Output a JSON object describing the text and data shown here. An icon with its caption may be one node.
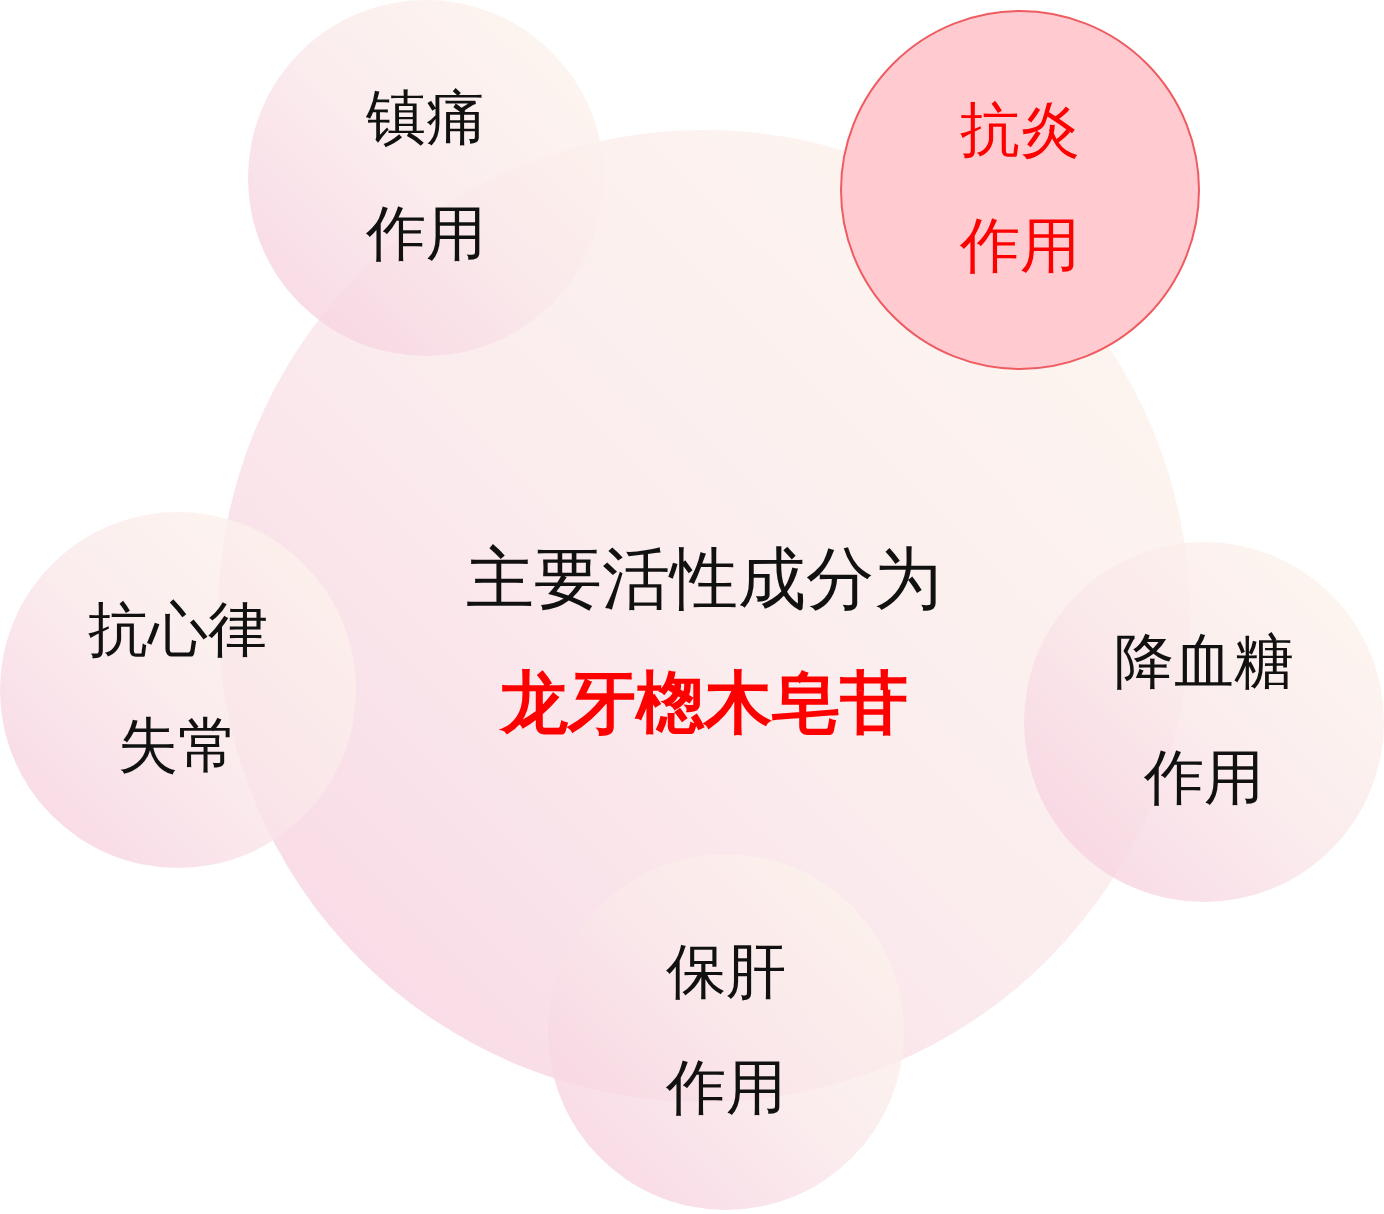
{
  "diagram": {
    "nodes": [
      {
        "text": [
          "主要活性成分为",
          "龙牙楤木皂苷"
        ]
      },
      {
        "text": [
          "镇痛作用"
        ]
      },
      {
        "text": [
          "抗炎作用"
        ]
      },
      {
        "text": [
          "抗心律失常"
        ]
      },
      {
        "text": [
          "降血糖作用"
        ]
      },
      {
        "text": [
          "保肝作用"
        ]
      }
    ]
  }
}
